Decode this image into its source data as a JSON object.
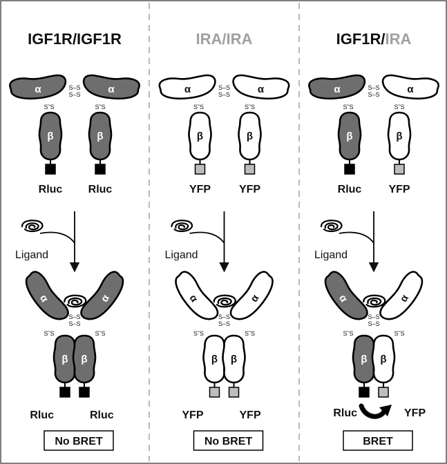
{
  "panels": [
    {
      "title_parts": [
        {
          "text": "IGF1R/IGF1R",
          "color": "#111111"
        }
      ],
      "left": {
        "fill": "#6e6e6e",
        "tag": "Rluc",
        "tag_color": "#111111",
        "tag_fill": "#000000"
      },
      "right": {
        "fill": "#6e6e6e",
        "tag": "Rluc",
        "tag_color": "#111111",
        "tag_fill": "#000000"
      },
      "ligand": "Ligand",
      "result": "No BRET"
    },
    {
      "title_parts": [
        {
          "text": "IRA/IRA",
          "color": "#a0a0a0"
        }
      ],
      "left": {
        "fill": "#ffffff",
        "tag": "YFP",
        "tag_color": "#111111",
        "tag_fill": "#bdbdbd"
      },
      "right": {
        "fill": "#ffffff",
        "tag": "YFP",
        "tag_color": "#111111",
        "tag_fill": "#bdbdbd"
      },
      "ligand": "Ligand",
      "result": "No BRET"
    },
    {
      "title_parts": [
        {
          "text": "IGF1R/",
          "color": "#111111"
        },
        {
          "text": "IRA",
          "color": "#a0a0a0"
        }
      ],
      "left": {
        "fill": "#6e6e6e",
        "tag": "Rluc",
        "tag_color": "#111111",
        "tag_fill": "#000000"
      },
      "right": {
        "fill": "#ffffff",
        "tag": "YFP",
        "tag_color": "#111111",
        "tag_fill": "#bdbdbd"
      },
      "ligand": "Ligand",
      "result": "BRET",
      "transfer_arrow": true
    }
  ],
  "symbols": {
    "alpha": "α",
    "beta": "β",
    "disulfide": "S–S",
    "s_pair": "S˜S"
  }
}
